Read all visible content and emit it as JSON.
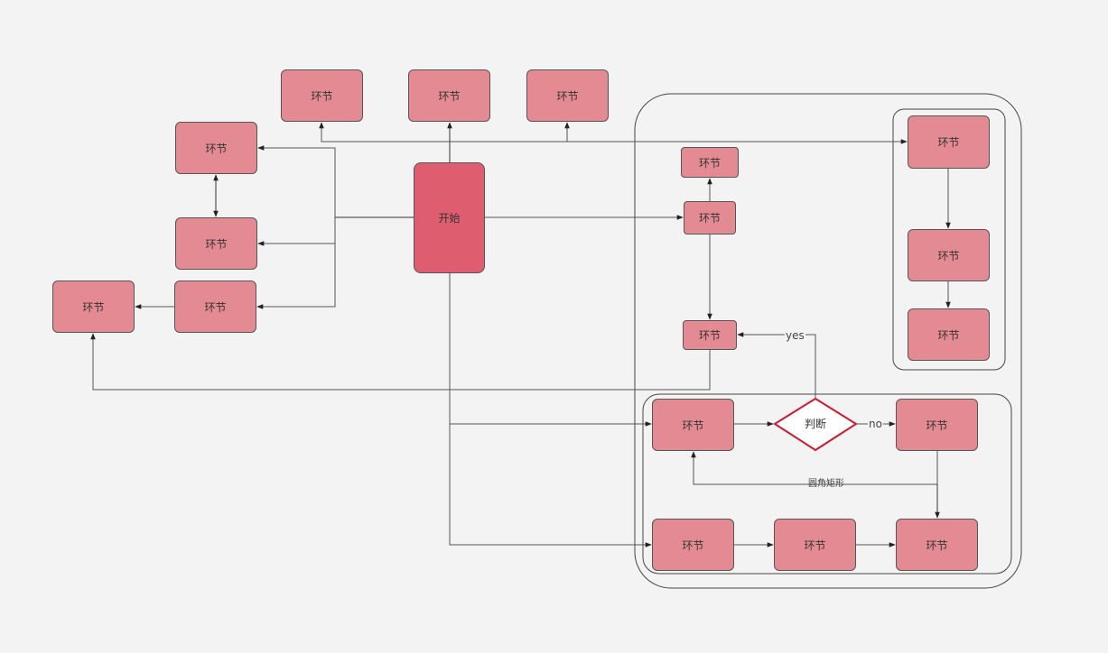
{
  "diagram": {
    "type": "flowchart",
    "colors": {
      "node_fill": "#e48a93",
      "start_fill": "#de5d6e",
      "decision_border": "#d0192e",
      "line": "#444444",
      "background": "#f3f3f3"
    },
    "start": {
      "label": "开始"
    },
    "decision": {
      "label": "判断"
    },
    "nodes": [
      {
        "id": "top1",
        "label": "环节"
      },
      {
        "id": "top2",
        "label": "环节"
      },
      {
        "id": "top3",
        "label": "环节"
      },
      {
        "id": "left_a",
        "label": "环节"
      },
      {
        "id": "left_b",
        "label": "环节"
      },
      {
        "id": "left_c",
        "label": "环节"
      },
      {
        "id": "far_left",
        "label": "环节"
      },
      {
        "id": "mid_small_top",
        "label": "环节"
      },
      {
        "id": "mid_small",
        "label": "环节"
      },
      {
        "id": "mid_small_bottom",
        "label": "环节"
      },
      {
        "id": "right_col_1",
        "label": "环节"
      },
      {
        "id": "right_col_2",
        "label": "环节"
      },
      {
        "id": "right_col_3",
        "label": "环节"
      },
      {
        "id": "flow_1",
        "label": "环节"
      },
      {
        "id": "flow_no",
        "label": "环节"
      },
      {
        "id": "bottom_1",
        "label": "环节"
      },
      {
        "id": "bottom_2",
        "label": "环节"
      },
      {
        "id": "bottom_3",
        "label": "环节"
      }
    ],
    "edge_labels": {
      "yes": "yes",
      "no": "no",
      "loop": "圆角矩形"
    },
    "edges": [
      {
        "from": "start",
        "to": "top1"
      },
      {
        "from": "start",
        "to": "top2"
      },
      {
        "from": "start",
        "to": "top3"
      },
      {
        "from": "start",
        "to": "right_col_1"
      },
      {
        "from": "start",
        "to": "left_a"
      },
      {
        "from": "start",
        "to": "left_b"
      },
      {
        "from": "start",
        "to": "left_c"
      },
      {
        "from": "left_a",
        "to": "left_b",
        "bidirectional": true
      },
      {
        "from": "left_c",
        "to": "far_left"
      },
      {
        "from": "start",
        "to": "mid_small"
      },
      {
        "from": "mid_small",
        "to": "mid_small_top"
      },
      {
        "from": "mid_small",
        "to": "mid_small_bottom"
      },
      {
        "from": "mid_small_bottom",
        "to": "far_left"
      },
      {
        "from": "right_col_1",
        "to": "right_col_2"
      },
      {
        "from": "right_col_2",
        "to": "right_col_3"
      },
      {
        "from": "start",
        "to": "flow_1"
      },
      {
        "from": "flow_1",
        "to": "decision"
      },
      {
        "from": "decision",
        "to": "mid_small_bottom",
        "label": "yes"
      },
      {
        "from": "decision",
        "to": "flow_no",
        "label": "no"
      },
      {
        "from": "flow_no",
        "to": "flow_1",
        "label": "圆角矩形"
      },
      {
        "from": "flow_no",
        "to": "bottom_3"
      },
      {
        "from": "start",
        "to": "bottom_1"
      },
      {
        "from": "bottom_1",
        "to": "bottom_2"
      },
      {
        "from": "bottom_2",
        "to": "bottom_3"
      }
    ]
  }
}
